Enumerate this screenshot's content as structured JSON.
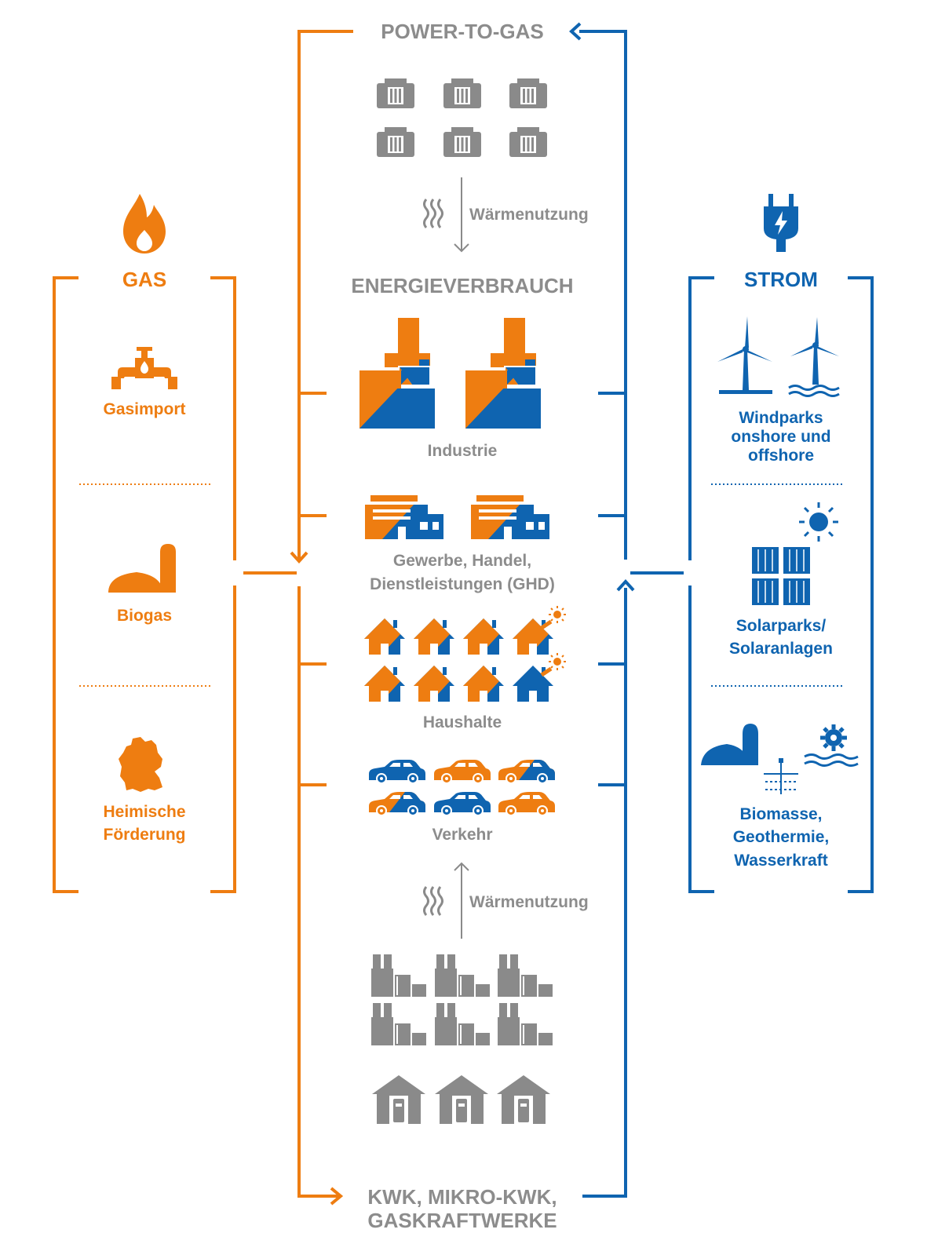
{
  "colors": {
    "orange": "#ee7d11",
    "blue": "#0f64b0",
    "gray": "#8c8c8c",
    "icon_gray": "#8a8a8a"
  },
  "header": {
    "power_to_gas": "POWER-TO-GAS",
    "heat_top": "Wärmenutzung",
    "consumption": "ENERGIEVERBRAUCH",
    "heat_bottom": "Wärmenutzung",
    "kwk_line1": "KWK, MIKRO-KWK,",
    "kwk_line2": "GASKRAFTWERKE"
  },
  "gas": {
    "title": "GAS",
    "icon": "flame-icon",
    "sources": [
      {
        "label": "Gasimport",
        "icon": "pipeline-icon"
      },
      {
        "label": "Biogas",
        "icon": "biogas-plant-icon"
      },
      {
        "label_line1": "Heimische",
        "label_line2": "Förderung",
        "icon": "germany-map-icon"
      }
    ]
  },
  "strom": {
    "title": "STROM",
    "icon": "power-plug-icon",
    "sources": [
      {
        "label_line1": "Windparks",
        "label_line2": "onshore und",
        "label_line3": "offshore",
        "icon": "wind-turbine-icon"
      },
      {
        "label_line1": "Solarparks/",
        "label_line2": "Solaranlagen",
        "icon": "solar-panel-icon"
      },
      {
        "label_line1": "Biomasse,",
        "label_line2": "Geothermie,",
        "label_line3": "Wasserkraft",
        "icon": "renewables-icon"
      }
    ]
  },
  "consumers": [
    {
      "label": "Industrie",
      "icon": "factory-icon"
    },
    {
      "label_line1": "Gewerbe, Handel,",
      "label_line2": "Dienstleistungen (GHD)",
      "icon": "office-building-icon"
    },
    {
      "label": "Haushalte",
      "icon": "house-icon"
    },
    {
      "label": "Verkehr",
      "icon": "car-icon"
    }
  ]
}
